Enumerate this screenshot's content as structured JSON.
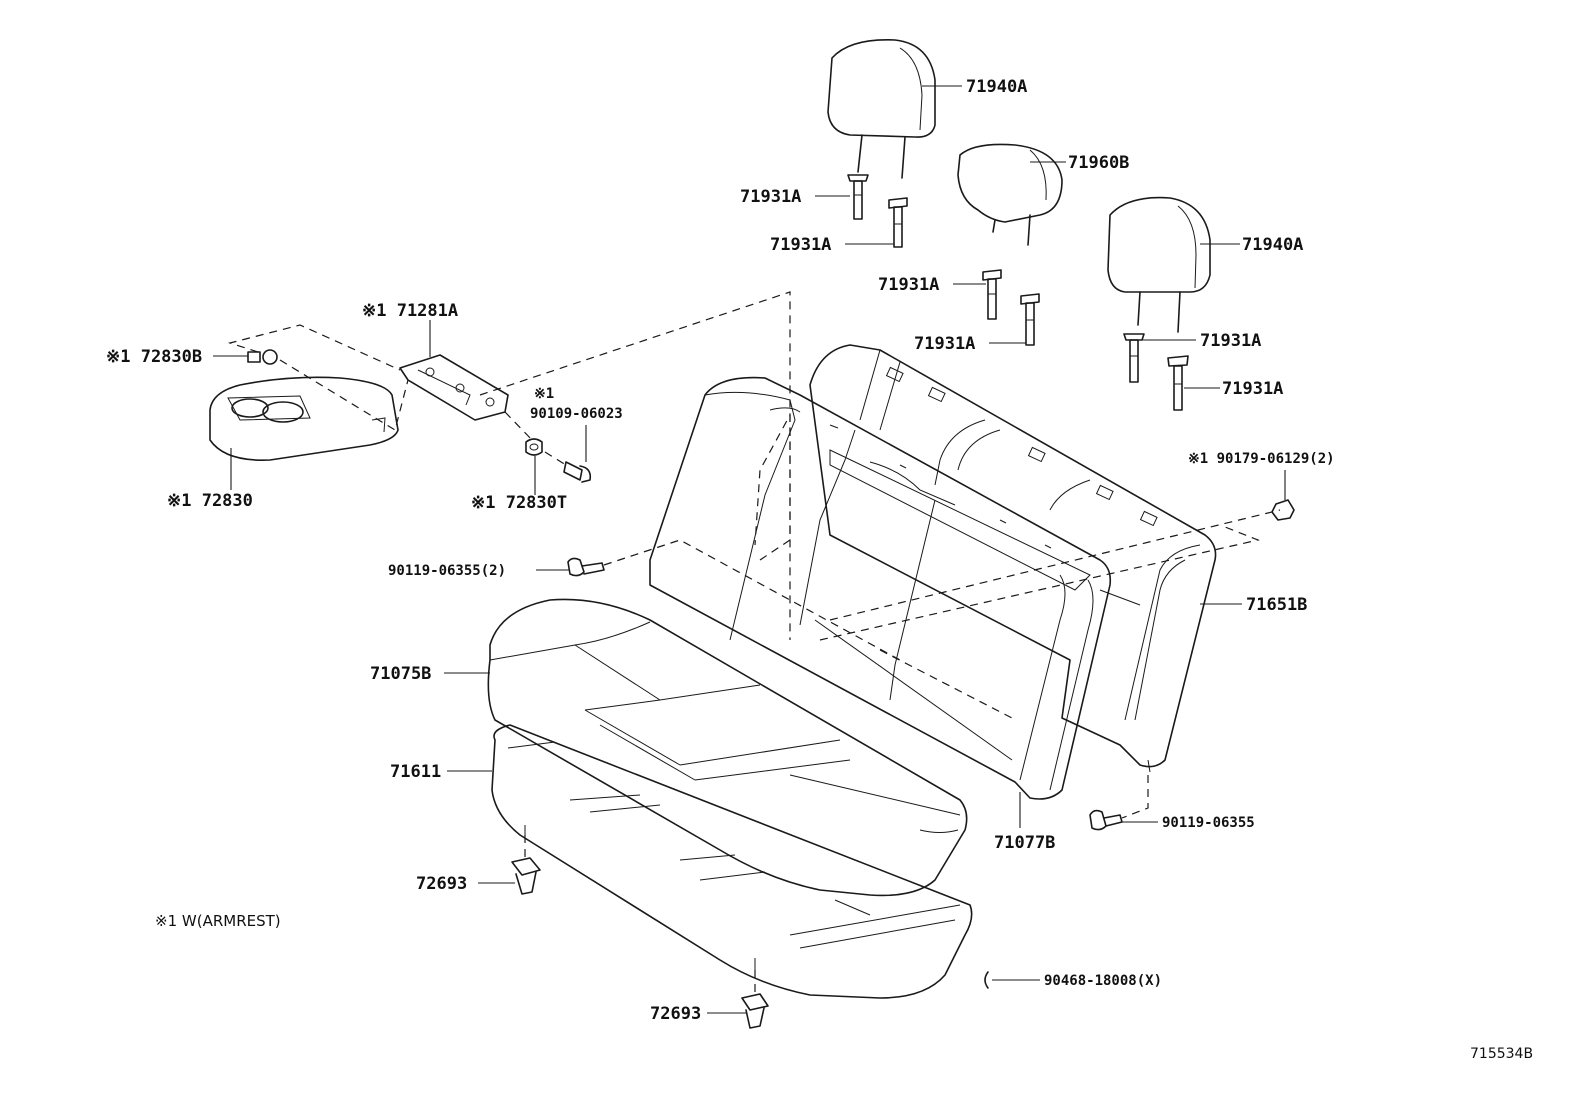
{
  "labels": {
    "p71940A_top": "71940A",
    "p71960B": "71960B",
    "p71940A_right": "71940A",
    "p71931A_1": "71931A",
    "p71931A_2": "71931A",
    "p71931A_3": "71931A",
    "p71931A_4": "71931A",
    "p71931A_5": "71931A",
    "p71931A_6": "71931A",
    "p71281A": "※1 71281A",
    "p72830B": "※1 72830B",
    "p90109_mark": "※1",
    "p90109": "90109-06023",
    "p72830": "※1 72830",
    "p72830T": "※1 72830T",
    "p90179": "※1 90179-06129(2)",
    "p90119_2": "90119-06355(2)",
    "p71651B": "71651B",
    "p71075B": "71075B",
    "p71611": "71611",
    "p72693_a": "72693",
    "p72693_b": "72693",
    "p71077B": "71077B",
    "p90119": "90119-06355",
    "p90468": "90468-18008(X)"
  },
  "note": "※1  W(ARMREST)",
  "ref_code": "715534B"
}
